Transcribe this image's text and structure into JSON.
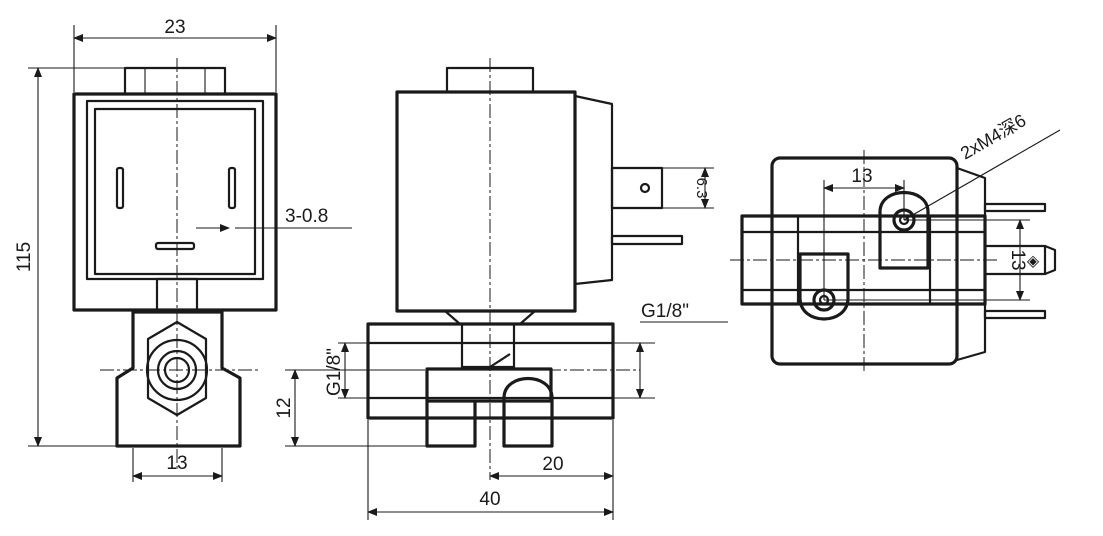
{
  "drawing": {
    "dims": {
      "front_width": "23",
      "front_height": "115",
      "front_base_width": "13",
      "pin_width": "3-0.8",
      "side_top_thread": "G1/8\"",
      "side_left_thread": "G1/8\"",
      "side_port_height": "12",
      "side_offset": "20",
      "side_length": "40",
      "bottom_spacing_x": "13",
      "bottom_spacing_y": "13",
      "mount_holes": "2xM4深6",
      "tab_width": "6.3"
    },
    "colors": {
      "line": "#1a1a1a",
      "background": "#ffffff"
    }
  }
}
